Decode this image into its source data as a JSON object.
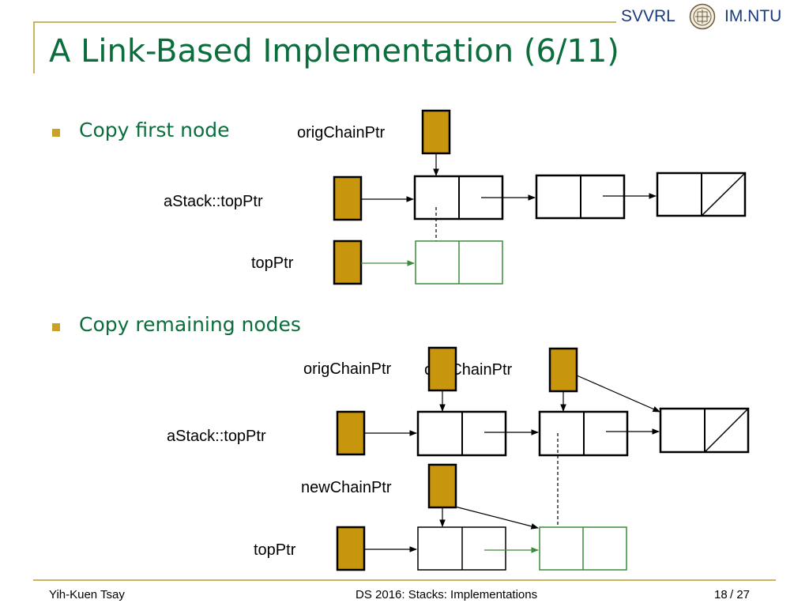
{
  "header": {
    "brand_left": "SVVRL",
    "brand_right": "IM.NTU",
    "seal_icon": "ntu-seal-icon",
    "title": "A Link-Based Implementation (6/11)"
  },
  "bullets": [
    {
      "text": "Copy first node"
    },
    {
      "text": "Copy remaining nodes"
    }
  ],
  "diagram1": {
    "labels": {
      "orig_chain_ptr": "origChainPtr",
      "astack_top_ptr": "aStack::topPtr",
      "top_ptr": "topPtr"
    }
  },
  "diagram2": {
    "labels": {
      "orig_chain_ptr_a": "origChainPtr",
      "orig_chain_ptr_b": "origChainPtr",
      "astack_top_ptr": "aStack::topPtr",
      "new_chain_ptr": "newChainPtr",
      "top_ptr": "topPtr"
    }
  },
  "colors": {
    "pointer_fill": "#c8960c",
    "new_node_stroke": "#3c8c3c",
    "title_green": "#0a6e3c",
    "bullet_gold": "#c9a227"
  },
  "footer": {
    "author": "Yih-Kuen Tsay",
    "course": "DS 2016: Stacks: Implementations",
    "page": "18",
    "total": "/ 27"
  }
}
